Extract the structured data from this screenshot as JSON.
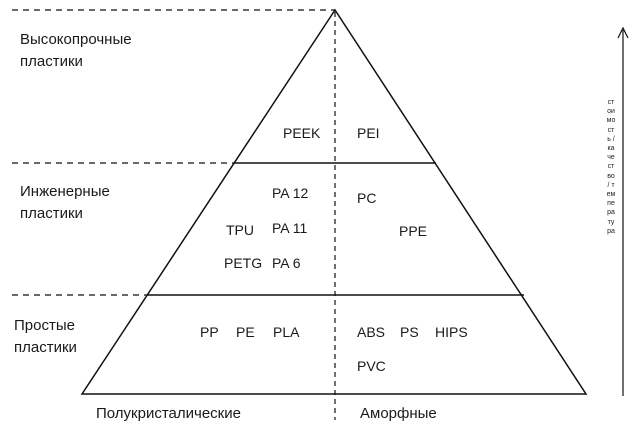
{
  "tiers": {
    "high": "Высокопрочные\nпластики",
    "engineering": "Инженерные\nпластики",
    "simple": "Простые\nпластики"
  },
  "materials": {
    "high_semicrystalline": [
      "PEEK"
    ],
    "high_amorphous": [
      "PEI"
    ],
    "eng_semicrystalline": [
      "PA 12",
      "TPU",
      "PA 11",
      "PETG",
      "PA 6"
    ],
    "eng_amorphous": [
      "PC",
      "PPE"
    ],
    "simple_semicrystalline": [
      "PP",
      "PE",
      "PLA"
    ],
    "simple_amorphous": [
      "ABS",
      "PS",
      "HIPS",
      "PVC"
    ]
  },
  "bottom_labels": {
    "left": "Полукристалические",
    "right": "Аморфные"
  },
  "axis_label": "стоимость / качество / температура"
}
